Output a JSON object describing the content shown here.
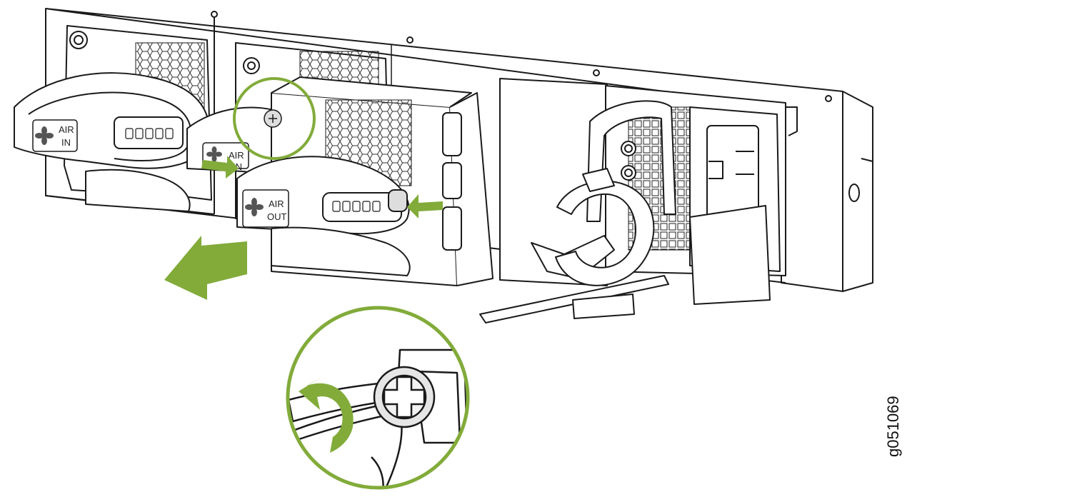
{
  "labels": {
    "module1_line1": "AIR",
    "module1_line2": "IN",
    "module2_line1": "AIR",
    "module2_line2": "IN",
    "module3_line1": "AIR",
    "module3_line2": "OUT"
  },
  "figure_id": "g051069",
  "colors": {
    "accent": "#82ab3a",
    "line": "#1a1a1a",
    "panel": "#ffffff",
    "mesh": "#eeeeee"
  },
  "icons": [
    "fan-icon",
    "screw-icon",
    "arrow-right-icon",
    "arrow-left-icon",
    "rotate-arrow-icon"
  ]
}
